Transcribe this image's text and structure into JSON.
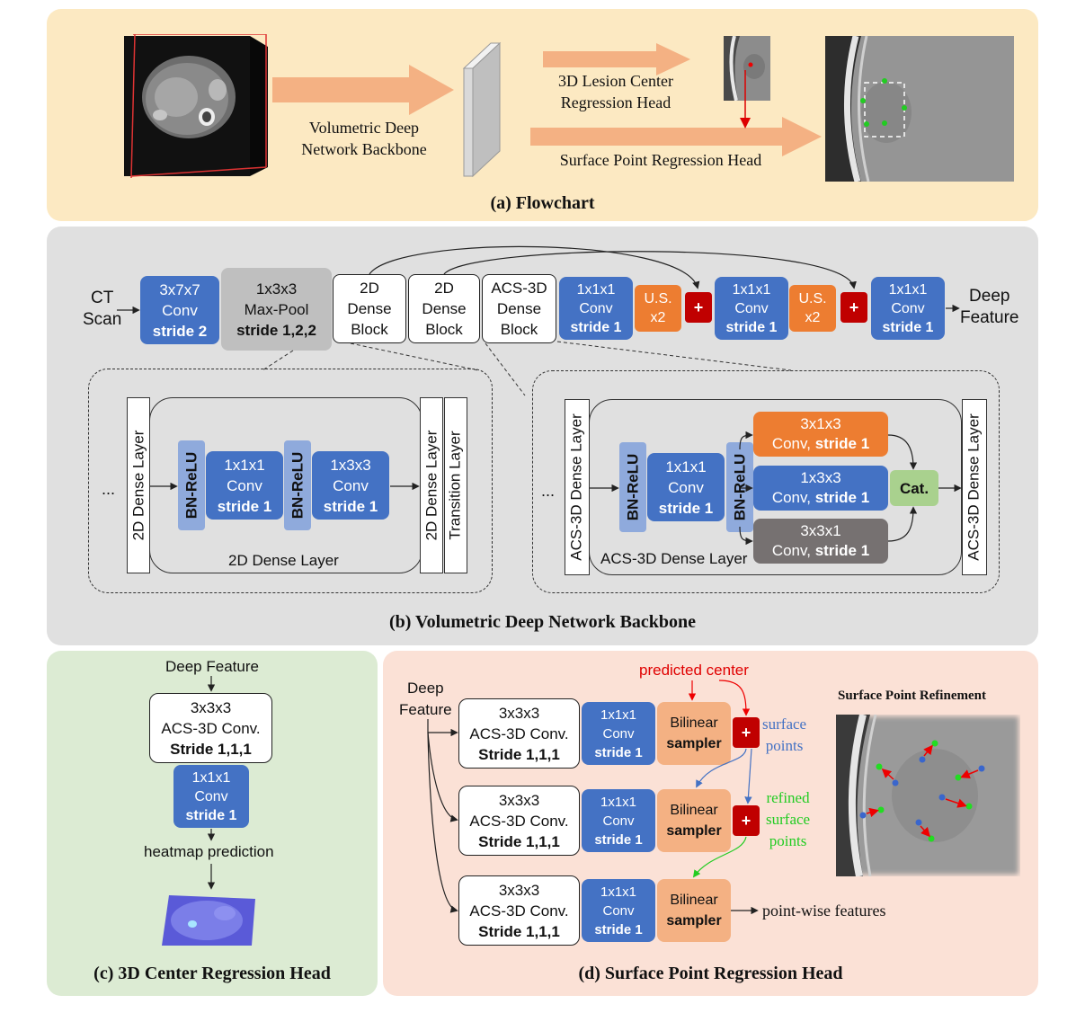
{
  "panel_a": {
    "caption": "(a) Flowchart",
    "backbone_label": [
      "Volumetric Deep",
      "Network Backbone"
    ],
    "lesion_head_label": [
      "3D Lesion Center",
      "Regression Head"
    ],
    "surface_head_label": "Surface Point Regression Head"
  },
  "panel_b": {
    "caption": "(b) Volumetric Deep Network Backbone",
    "input_label": [
      "CT",
      "Scan"
    ],
    "output_label": [
      "Deep",
      "Feature"
    ],
    "conv1": [
      "3x7x7",
      "Conv",
      "stride 2"
    ],
    "maxpool": [
      "1x3x3",
      "Max-Pool",
      "stride 1,2,2"
    ],
    "dense2d_a": [
      "2D",
      "Dense",
      "Block"
    ],
    "dense2d_b": [
      "2D",
      "Dense",
      "Block"
    ],
    "acs_block": [
      "ACS-3D",
      "Dense",
      "Block"
    ],
    "conv_a": [
      "1x1x1",
      "Conv",
      "stride 1"
    ],
    "us_a": [
      "U.S.",
      "x2"
    ],
    "plus_a": "+",
    "conv_b": [
      "1x1x1",
      "Conv",
      "stride 1"
    ],
    "us_b": [
      "U.S.",
      "x2"
    ],
    "plus_b": "+",
    "conv_c": [
      "1x1x1",
      "Conv",
      "stride 1"
    ],
    "left_detail": {
      "ellipsis": "...",
      "prev_layer": "2D Dense Layer",
      "bnrelu1": "BN-ReLU",
      "conv1": [
        "1x1x1",
        "Conv",
        "stride 1"
      ],
      "bnrelu2": "BN-ReLU",
      "conv2": [
        "1x3x3",
        "Conv",
        "stride 1"
      ],
      "next_layer": "2D Dense Layer",
      "transition": "Transition Layer",
      "inner_label": "2D Dense Layer"
    },
    "right_detail": {
      "ellipsis": "...",
      "prev_layer": "ACS-3D Dense Layer",
      "bnrelu1": "BN-ReLU",
      "conv1": [
        "1x1x1",
        "Conv",
        "stride 1"
      ],
      "bnrelu2": "BN-ReLU",
      "conv_top": [
        "3x1x3",
        "Conv, ",
        "stride 1"
      ],
      "conv_mid": [
        "1x3x3",
        "Conv, ",
        "stride 1"
      ],
      "conv_bot": [
        "3x3x1",
        "Conv, ",
        "stride 1"
      ],
      "cat": "Cat.",
      "next_layer": "ACS-3D Dense Layer",
      "inner_label": "ACS-3D Dense Layer"
    }
  },
  "panel_c": {
    "caption": "(c) 3D Center Regression Head",
    "input_label": "Deep Feature",
    "conv3": [
      "3x3x3",
      "ACS-3D Conv.",
      "Stride 1,1,1"
    ],
    "conv1": [
      "1x1x1",
      "Conv",
      "stride 1"
    ],
    "output_label": "heatmap prediction"
  },
  "panel_d": {
    "caption": "(d) Surface Point Regression Head",
    "input_label": [
      "Deep",
      "Feature"
    ],
    "predicted_center": "predicted center",
    "surface_points": [
      "surface",
      "points"
    ],
    "refined_points": [
      "refined",
      "surface",
      "points"
    ],
    "refinement_title": "Surface Point Refinement",
    "pointwise": "point-wise features",
    "rows": [
      {
        "acs": [
          "3x3x3",
          "ACS-3D Conv.",
          "Stride 1,1,1"
        ],
        "conv": [
          "1x1x1",
          "Conv",
          "stride 1"
        ],
        "sampler": [
          "Bilinear",
          "sampler"
        ],
        "plus": "+"
      },
      {
        "acs": [
          "3x3x3",
          "ACS-3D Conv.",
          "Stride 1,1,1"
        ],
        "conv": [
          "1x1x1",
          "Conv",
          "stride 1"
        ],
        "sampler": [
          "Bilinear",
          "sampler"
        ],
        "plus": "+"
      },
      {
        "acs": [
          "3x3x3",
          "ACS-3D Conv.",
          "Stride 1,1,1"
        ],
        "conv": [
          "1x1x1",
          "Conv",
          "stride 1"
        ],
        "sampler": [
          "Bilinear",
          "sampler"
        ]
      }
    ]
  },
  "colors": {
    "panel_a_bg": "#fce9c2",
    "panel_b_bg": "#e0e0e0",
    "panel_c_bg": "#dcebd3",
    "panel_d_bg": "#fbe1d6",
    "conv_blue": "#4472c4",
    "upsample_orange": "#ed7d31",
    "add_red": "#c00000",
    "sampler_peach": "#f4b183",
    "arrow_orange": "#f4b183"
  }
}
